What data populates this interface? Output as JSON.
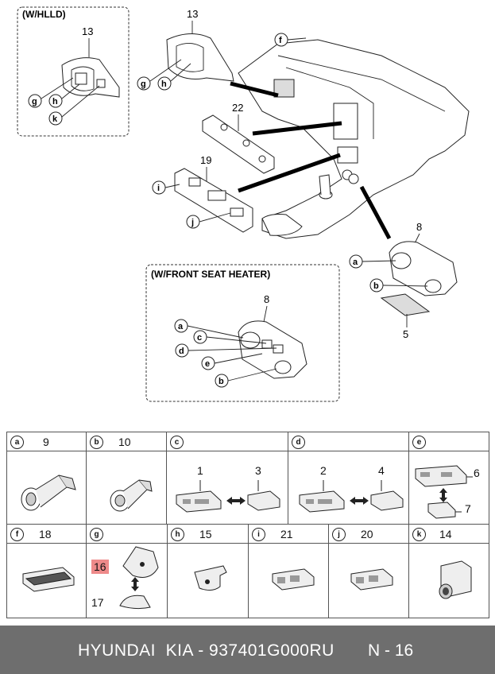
{
  "diagram": {
    "hlld_title": "(W/HLLD)",
    "seat_heater_title": "(W/FRONT SEAT HEATER)",
    "refs": {
      "r13a": "13",
      "r13b": "13",
      "r22": "22",
      "r19": "19",
      "r8a": "8",
      "r8b": "8",
      "r5": "5"
    },
    "letters": {
      "f": "f",
      "g1": "g",
      "h1": "h",
      "g2": "g",
      "h2": "h",
      "k": "k",
      "i": "i",
      "j": "j",
      "a1": "a",
      "b1": "b",
      "a2": "a",
      "c": "c",
      "d": "d",
      "e": "e",
      "b2": "b"
    }
  },
  "table": {
    "row1": [
      {
        "letter": "a",
        "num": "9"
      },
      {
        "letter": "b",
        "num": "10"
      },
      {
        "letter": "c",
        "num": ""
      },
      {
        "letter": "d",
        "num": ""
      },
      {
        "letter": "e",
        "num": ""
      }
    ],
    "row2": [
      {
        "letter": "f",
        "num": "18"
      },
      {
        "letter": "g",
        "num": ""
      },
      {
        "letter": "h",
        "num": "15"
      },
      {
        "letter": "i",
        "num": "21"
      },
      {
        "letter": "j",
        "num": "20"
      },
      {
        "letter": "k",
        "num": "14"
      }
    ],
    "c_parts": [
      "1",
      "3"
    ],
    "d_parts": [
      "2",
      "4"
    ],
    "e_parts": [
      "6",
      "7"
    ],
    "g_parts": {
      "highlighted": "16",
      "other": "17"
    }
  },
  "footer": {
    "brand": "HYUNDAI  KIA - 937401G000RU",
    "page": "N - 16"
  },
  "colors": {
    "highlight": "#ee8a8a",
    "footer_bg": "#6e6e6e"
  }
}
